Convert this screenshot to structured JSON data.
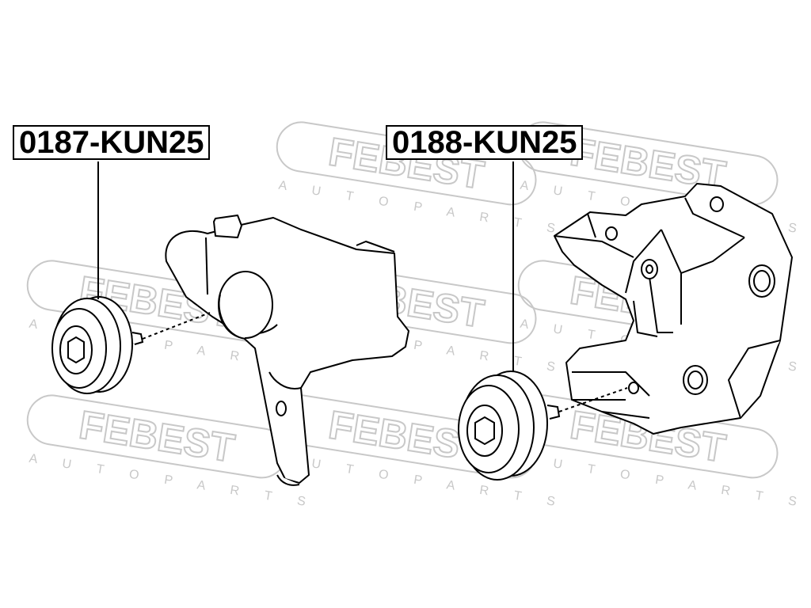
{
  "parts": [
    {
      "id": "left",
      "part_number": "0187-KUN25"
    },
    {
      "id": "right",
      "part_number": "0188-KUN25"
    }
  ],
  "watermark": {
    "brand": "FEBEST",
    "tagline": "A U T O   P A R T S",
    "color": "#c8c8c8"
  },
  "line_color": "#000000"
}
